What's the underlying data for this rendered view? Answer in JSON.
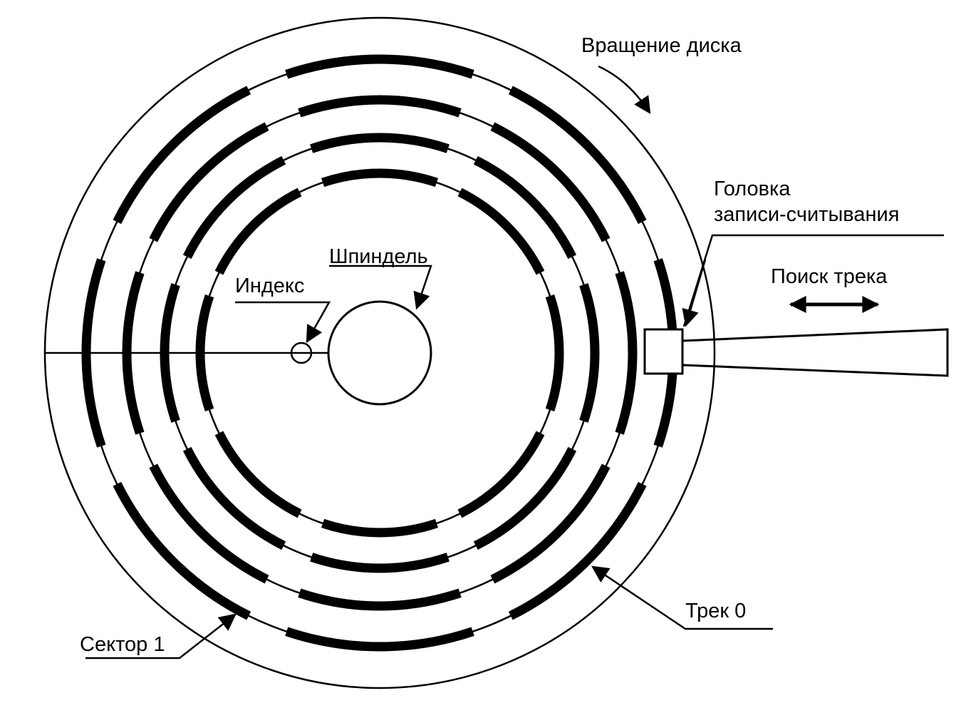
{
  "labels": {
    "rotation": "Вращение диска",
    "head_line1": "Головка",
    "head_line2": "записи-считывания",
    "track_seek": "Поиск трека",
    "spindle": "Шпиндель",
    "index": "Индекс",
    "track0": "Трек 0",
    "sector1": "Сектор 1"
  },
  "disk": {
    "track_count": 4,
    "sectors_per_track": 8
  }
}
